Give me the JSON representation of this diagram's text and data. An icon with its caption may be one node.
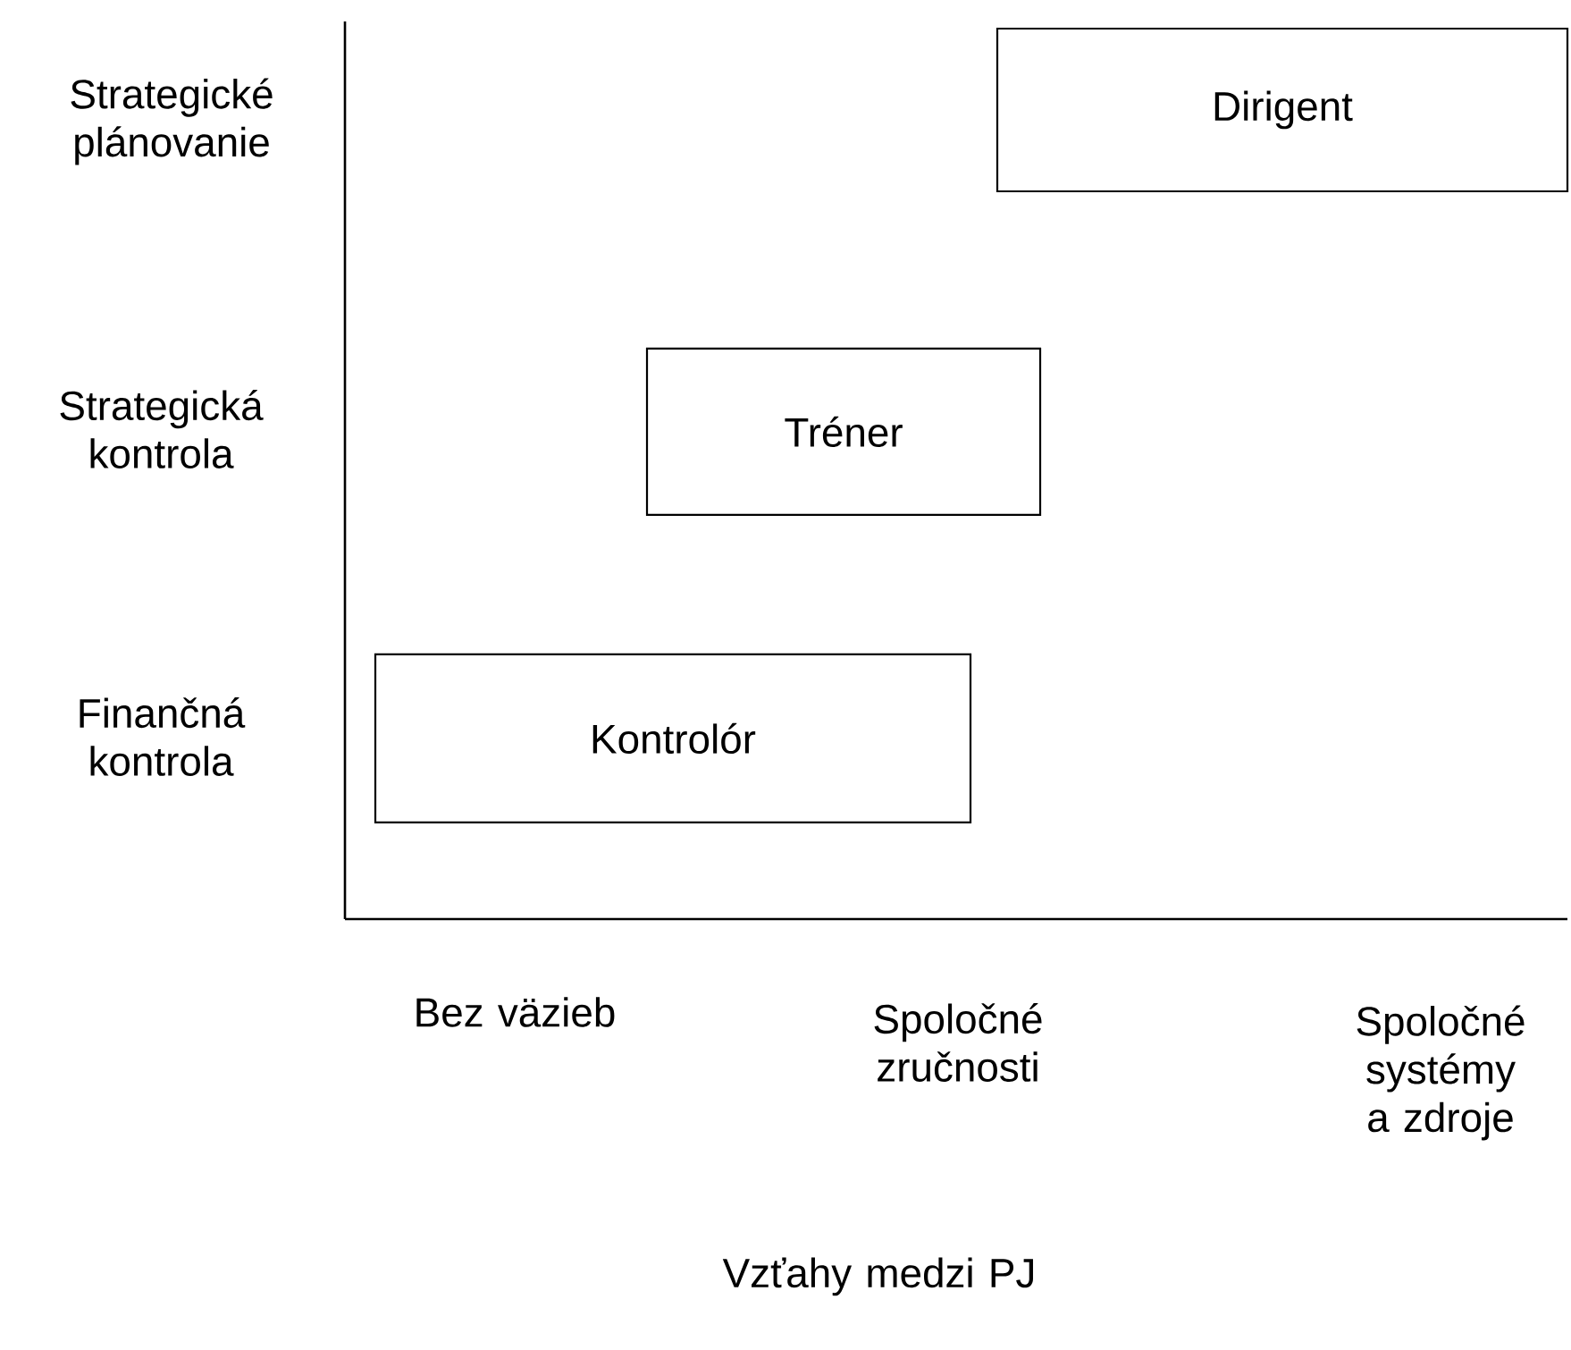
{
  "diagram": {
    "nodes": [
      {
        "text": [
          "Dirigent"
        ]
      },
      {
        "text": [
          "Tréner"
        ]
      },
      {
        "text": [
          "Kontrolór"
        ]
      }
    ],
    "labels": [
      "Strategické plánovanie",
      "Strategická kontrola",
      "Finančná kontrola",
      "Bez väzieb",
      "Spoločné zručnosti",
      "Spoločné systémy a zdroje",
      "Vzťahy medzi PJ"
    ]
  }
}
